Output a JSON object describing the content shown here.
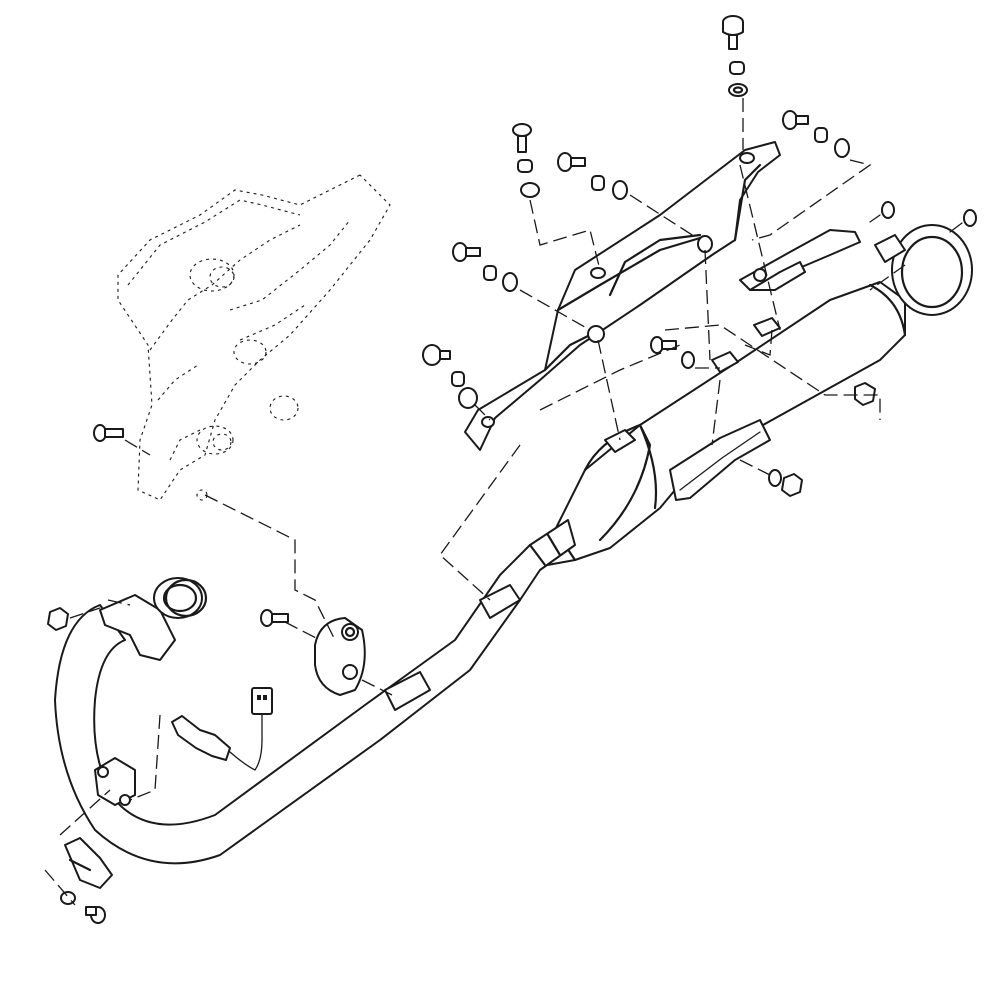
{
  "figure": {
    "caption": "",
    "colors": {
      "line": "#1a1a1a",
      "background": "#ffffff"
    },
    "parts": [
      "frame-bracket",
      "muffler-stay",
      "muffler",
      "muffler-end-cap",
      "exhaust-pipe",
      "exhaust-gasket",
      "oxygen-sensor",
      "sensor-connector",
      "pipe-bracket",
      "pipe-clamp",
      "heat-protector",
      "bolts",
      "washers",
      "collars",
      "nuts"
    ]
  }
}
